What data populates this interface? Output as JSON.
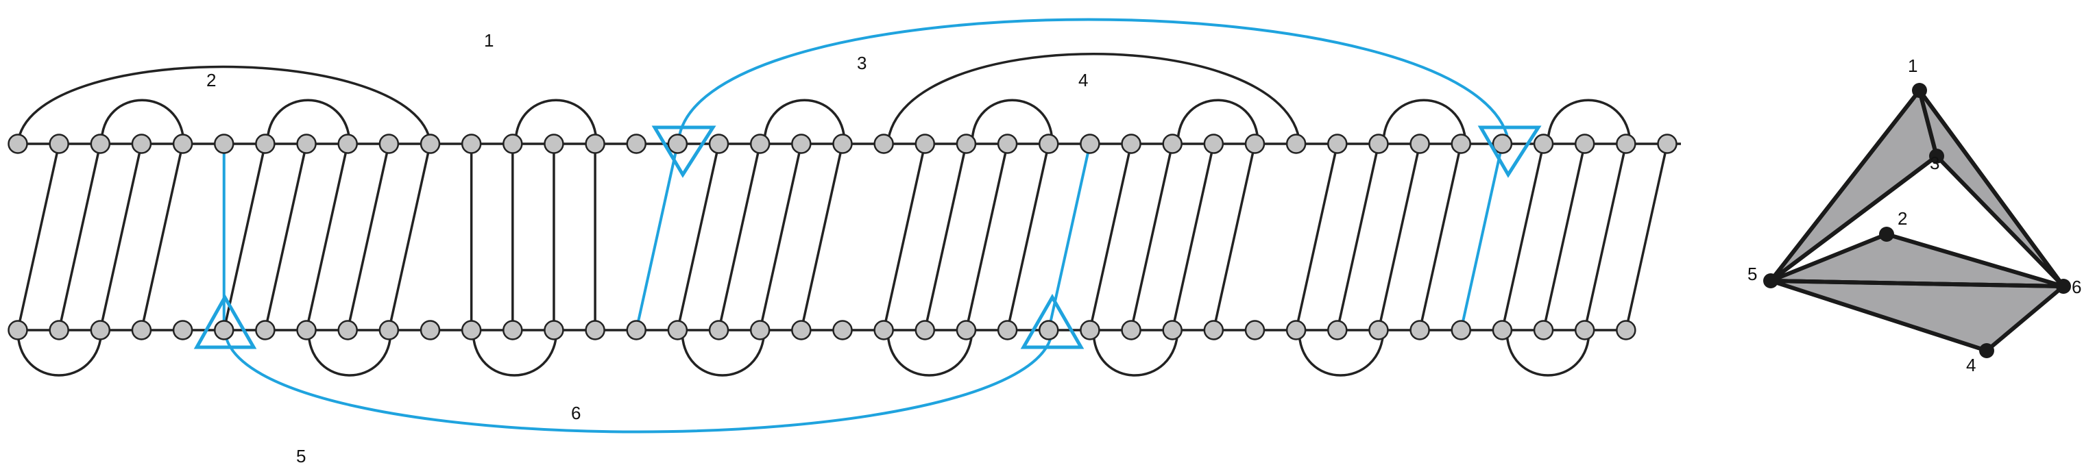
{
  "diagram": {
    "colors": {
      "line": "#222222",
      "highlight": "#1fa3de",
      "node_fill": "#c4c4c4",
      "face": "#a7a7a9"
    },
    "top_row_count": 41,
    "bottom_row_count": 40,
    "arc_labels": [
      "1",
      "2",
      "3",
      "4",
      "5",
      "6"
    ],
    "polytope_labels": [
      "1",
      "2",
      "3",
      "4",
      "5",
      "6"
    ]
  }
}
